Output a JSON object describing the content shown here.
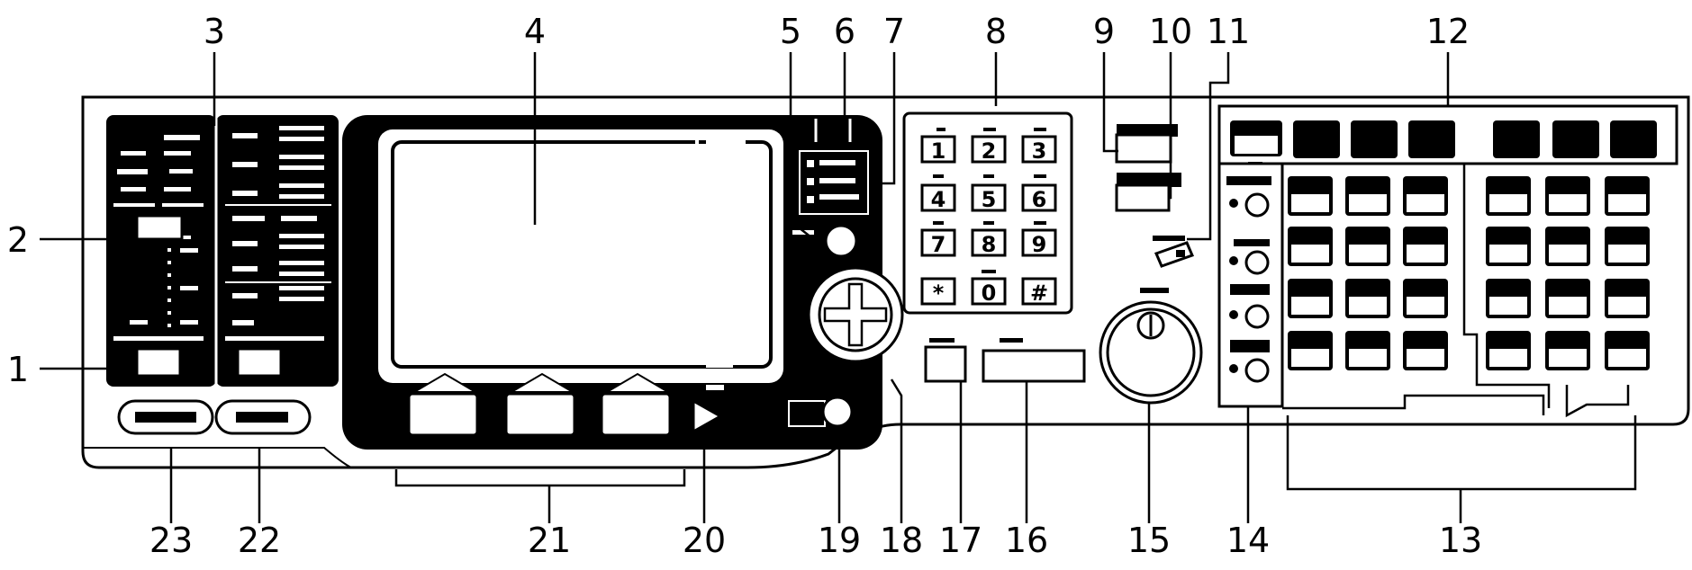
{
  "callouts": {
    "n1": "1",
    "n2": "2",
    "n3": "3",
    "n4": "4",
    "n5": "5",
    "n6": "6",
    "n7": "7",
    "n8": "8",
    "n9": "9",
    "n10": "10",
    "n11": "11",
    "n12": "12",
    "n13": "13",
    "n14": "14",
    "n15": "15",
    "n16": "16",
    "n17": "17",
    "n18": "18",
    "n19": "19",
    "n20": "20",
    "n21": "21",
    "n22": "22",
    "n23": "23"
  },
  "keypad": {
    "k1": "1",
    "k2": "2",
    "k3": "3",
    "k4": "4",
    "k5": "5",
    "k6": "6",
    "k7": "7",
    "k8": "8",
    "k9": "9",
    "kstar": "*",
    "k0": "0",
    "khash": "#"
  }
}
